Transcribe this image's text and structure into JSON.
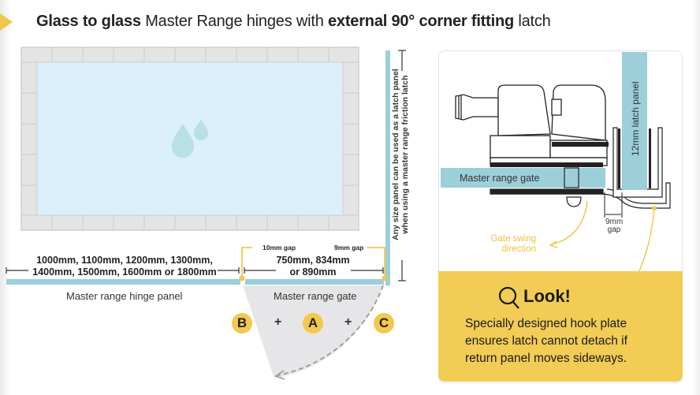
{
  "title": {
    "bold_1": "Glass to glass",
    "regular_1": "Master Range hinges with",
    "bold_2": "external 90° corner fitting",
    "regular_2": "latch"
  },
  "pool": {
    "icon": "water-drops-icon"
  },
  "dimensions": {
    "hinge_panel_sizes_line1": "1000mm, 1100mm, 1200mm, 1300mm,",
    "hinge_panel_sizes_line2": "1400mm, 1500mm, 1600mm or 1800mm",
    "gate_sizes_line1": "750mm, 834mm",
    "gate_sizes_line2": "or 890mm",
    "gap_left": "10mm gap",
    "gap_right": "9mm gap"
  },
  "labels": {
    "hinge_panel": "Master range hinge panel",
    "gate": "Master range gate",
    "latch_panel_note_line1": "Any size panel can be used as a latch panel",
    "latch_panel_note_line2": "when using a master range friction latch"
  },
  "markers": [
    {
      "id": "B",
      "label": "B"
    },
    {
      "id": "A",
      "label": "A"
    },
    {
      "id": "C",
      "label": "C"
    }
  ],
  "plus_sign": "+",
  "detail": {
    "latch_panel_label": "12mm latch panel",
    "gate_label": "Master range gate",
    "gap_label_line1": "9mm",
    "gap_label_line2": "gap",
    "swing_label_line1": "Gate swing",
    "swing_label_line2": "direction"
  },
  "callout": {
    "icon": "magnifier-icon",
    "title": "Look!",
    "line1": "Specially designed hook plate",
    "line2": "ensures latch cannot detach if",
    "line3": "return panel moves sideways."
  },
  "colors": {
    "accent_yellow": "#f2c94c",
    "glass_blue": "#9ccfda",
    "water_blue": "#dbf0fb",
    "paving_grey": "#e4e4e4"
  }
}
